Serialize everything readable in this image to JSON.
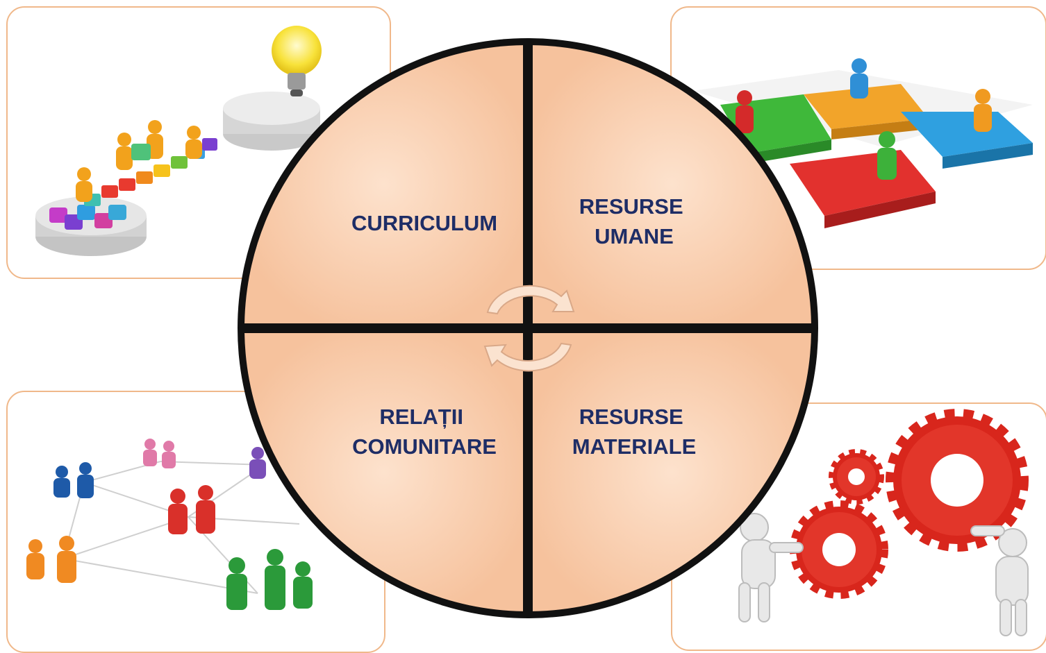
{
  "quadrants": {
    "top_left": {
      "lines": [
        "CURRICULUM"
      ]
    },
    "top_right": {
      "lines": [
        "RESURSE",
        "UMANE"
      ]
    },
    "bottom_left": {
      "lines": [
        "RELAȚII",
        "COMUNITARE"
      ]
    },
    "bottom_right": {
      "lines": [
        "RESURSE",
        "MATERIALE"
      ]
    }
  },
  "colors": {
    "quadrant_fill_light": "#fbd8bd",
    "quadrant_fill_dark": "#f2b48a",
    "outline": "#111111",
    "label": "#1e2d66",
    "card_border": "#f0b88a"
  },
  "illustrations": {
    "top_left": "teamwork-puzzle-lightbulb-illustration",
    "top_right": "people-on-puzzle-pieces-illustration",
    "bottom_left": "connected-people-network-illustration",
    "bottom_right": "people-pushing-gears-illustration"
  },
  "center_icon": "cycle-arrows-icon"
}
